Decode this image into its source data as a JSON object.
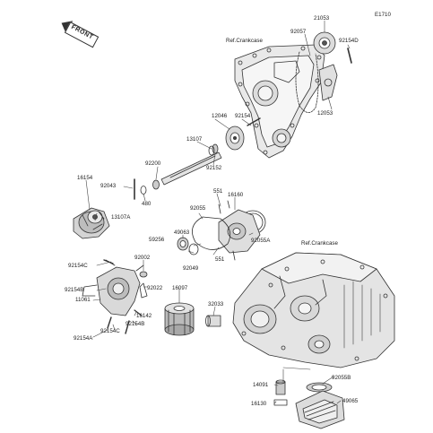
{
  "diagram_code": "E1710",
  "front_label": "FRONT",
  "references": [
    {
      "text": "Ref.Crankcase"
    },
    {
      "text": "Ref.Crankcase"
    }
  ],
  "parts": [
    {
      "text": "21053"
    },
    {
      "text": "92057"
    },
    {
      "text": "92154D"
    },
    {
      "text": "12053"
    },
    {
      "text": "12046"
    },
    {
      "text": "92154"
    },
    {
      "text": "13107"
    },
    {
      "text": "92152"
    },
    {
      "text": "92200"
    },
    {
      "text": "16154"
    },
    {
      "text": "92043"
    },
    {
      "text": "480"
    },
    {
      "text": "13107A"
    },
    {
      "text": "551"
    },
    {
      "text": "16160"
    },
    {
      "text": "92055"
    },
    {
      "text": "92055A"
    },
    {
      "text": "49063"
    },
    {
      "text": "59256"
    },
    {
      "text": "551"
    },
    {
      "text": "92049"
    },
    {
      "text": "92154C"
    },
    {
      "text": "92002"
    },
    {
      "text": "92154B"
    },
    {
      "text": "92022"
    },
    {
      "text": "11061"
    },
    {
      "text": "16097"
    },
    {
      "text": "16142"
    },
    {
      "text": "92154B"
    },
    {
      "text": "32033"
    },
    {
      "text": "92154C"
    },
    {
      "text": "92154A"
    },
    {
      "text": "14091"
    },
    {
      "text": "92055B"
    },
    {
      "text": "49065"
    },
    {
      "text": "16130"
    }
  ]
}
